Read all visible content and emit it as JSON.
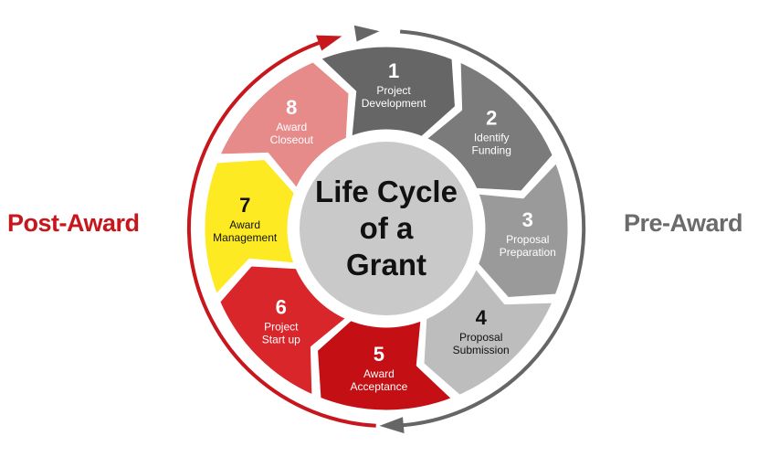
{
  "title_lines": [
    "Life Cycle",
    "of a",
    "Grant"
  ],
  "side_labels": {
    "post_award": "Post-Award",
    "pre_award": "Pre-Award"
  },
  "stages": [
    {
      "num": "1",
      "lines": [
        "Project",
        "Development"
      ],
      "color": "#666666",
      "text_color": "#ffffff"
    },
    {
      "num": "2",
      "lines": [
        "Identify",
        "Funding"
      ],
      "color": "#7b7b7b",
      "text_color": "#ffffff"
    },
    {
      "num": "3",
      "lines": [
        "Proposal",
        "Preparation"
      ],
      "color": "#9a9a9a",
      "text_color": "#ffffff"
    },
    {
      "num": "4",
      "lines": [
        "Proposal",
        "Submission"
      ],
      "color": "#bdbdbd",
      "text_color": "#111111"
    },
    {
      "num": "5",
      "lines": [
        "Award",
        "Acceptance"
      ],
      "color": "#c40f14",
      "text_color": "#ffffff"
    },
    {
      "num": "6",
      "lines": [
        "Project",
        "Start up"
      ],
      "color": "#d8262b",
      "text_color": "#ffffff"
    },
    {
      "num": "7",
      "lines": [
        "Award",
        "Management"
      ],
      "color": "#fdea22",
      "text_color": "#111111"
    },
    {
      "num": "8",
      "lines": [
        "Award",
        "Closeout"
      ],
      "color": "#e78a8a",
      "text_color": "#ffffff"
    }
  ],
  "colors": {
    "pre_award_arrow": "#666666",
    "post_award_arrow": "#c8161d",
    "center_fill": "#c9c9c9",
    "center_ring": "#ffffff"
  }
}
